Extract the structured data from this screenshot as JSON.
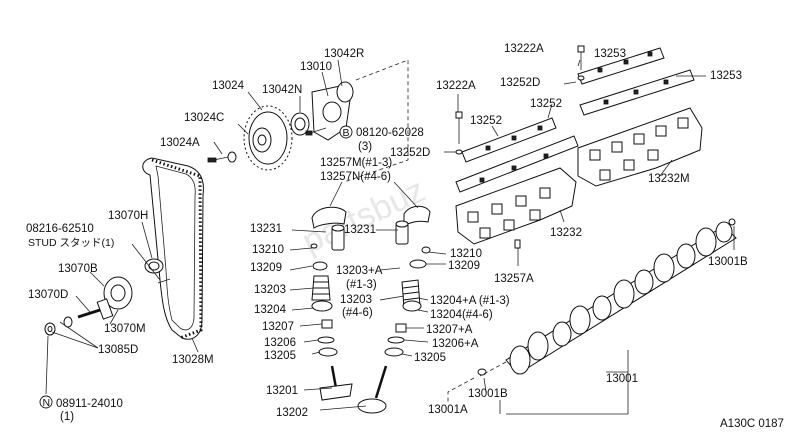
{
  "diagram": {
    "ref_code": "A130C 0187",
    "watermark": "partsbuz",
    "labels": {
      "l13042R": "13042R",
      "l13010": "13010",
      "l13024": "13024",
      "l13042N": "13042N",
      "l13024C": "13024C",
      "l08120a": "08120-62028",
      "l08120b": "(3)",
      "l13024A": "13024A",
      "l13222A_top": "13222A",
      "l13253_top": "13253",
      "l13222A_mid": "13222A",
      "l13252D_top": "13252D",
      "l13253_right": "13253",
      "l13252_right": "13252",
      "l13252_left": "13252",
      "l13252D_mid": "13252D",
      "l13257Ma": "13257M(#1-3)",
      "l13257Nb": "13257N(#4-6)",
      "l13232M": "13232M",
      "l13070H": "13070H",
      "l08216a": "08216-62510",
      "l08216b": "STUD スタッド(1)",
      "l13231_l": "13231",
      "l13231_r": "13231",
      "l13232": "13232",
      "l13210_l": "13210",
      "l13210_r": "13210",
      "l13209_l": "13209",
      "l13209_r": "13209",
      "l13203A_a": "13203+A",
      "l13203A_b": "(#1-3)",
      "l13257A": "13257A",
      "l13001B_r": "13001B",
      "l13070B": "13070B",
      "l13070D": "13070D",
      "l13203_l": "13203",
      "l13203_m": "13203",
      "l13203_mb": "(#4-6)",
      "l13204A_a": "13204+A (#1-3)",
      "l13204_l": "13204",
      "l13204_r": "13204(#4-6)",
      "l13070M": "13070M",
      "l13207_l": "13207",
      "l13207A": "13207+A",
      "l13206_l": "13206",
      "l13206A": "13206+A",
      "l13085D": "13085D",
      "l13205_l": "13205",
      "l13205_r": "13205",
      "l13028M": "13028M",
      "l13001": "13001",
      "l13201": "13201",
      "l08911a": "08911-24010",
      "l08911b": "(1)",
      "l13001B_b": "13001B",
      "l13202": "13202",
      "l13001A": "13001A",
      "circ_B": "B",
      "circ_N": "N"
    }
  }
}
